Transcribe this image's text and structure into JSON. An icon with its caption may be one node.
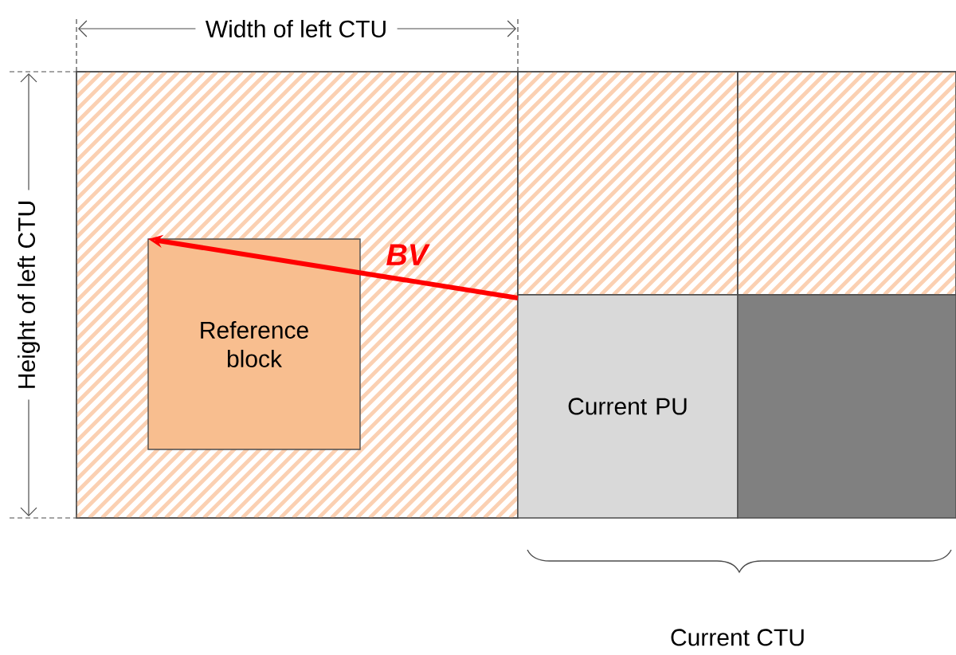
{
  "diagram": {
    "nodes": [
      {
        "text": [],
        "shape": "box"
      },
      {
        "text": [
          "Reference block"
        ],
        "in": 0
      },
      {
        "text": [],
        "shape": "box"
      },
      {
        "text": [],
        "shape": "box"
      },
      {
        "text": [
          "Current PU"
        ]
      },
      {
        "text": [],
        "shape": "box"
      }
    ],
    "edges": [
      {
        "from": 4,
        "to": 1,
        "arrow": "to",
        "label": "BV",
        "color": "#ff0000"
      }
    ],
    "labels": [
      "Width of left CTU",
      "Height of left CTU",
      "Current CTU"
    ]
  }
}
